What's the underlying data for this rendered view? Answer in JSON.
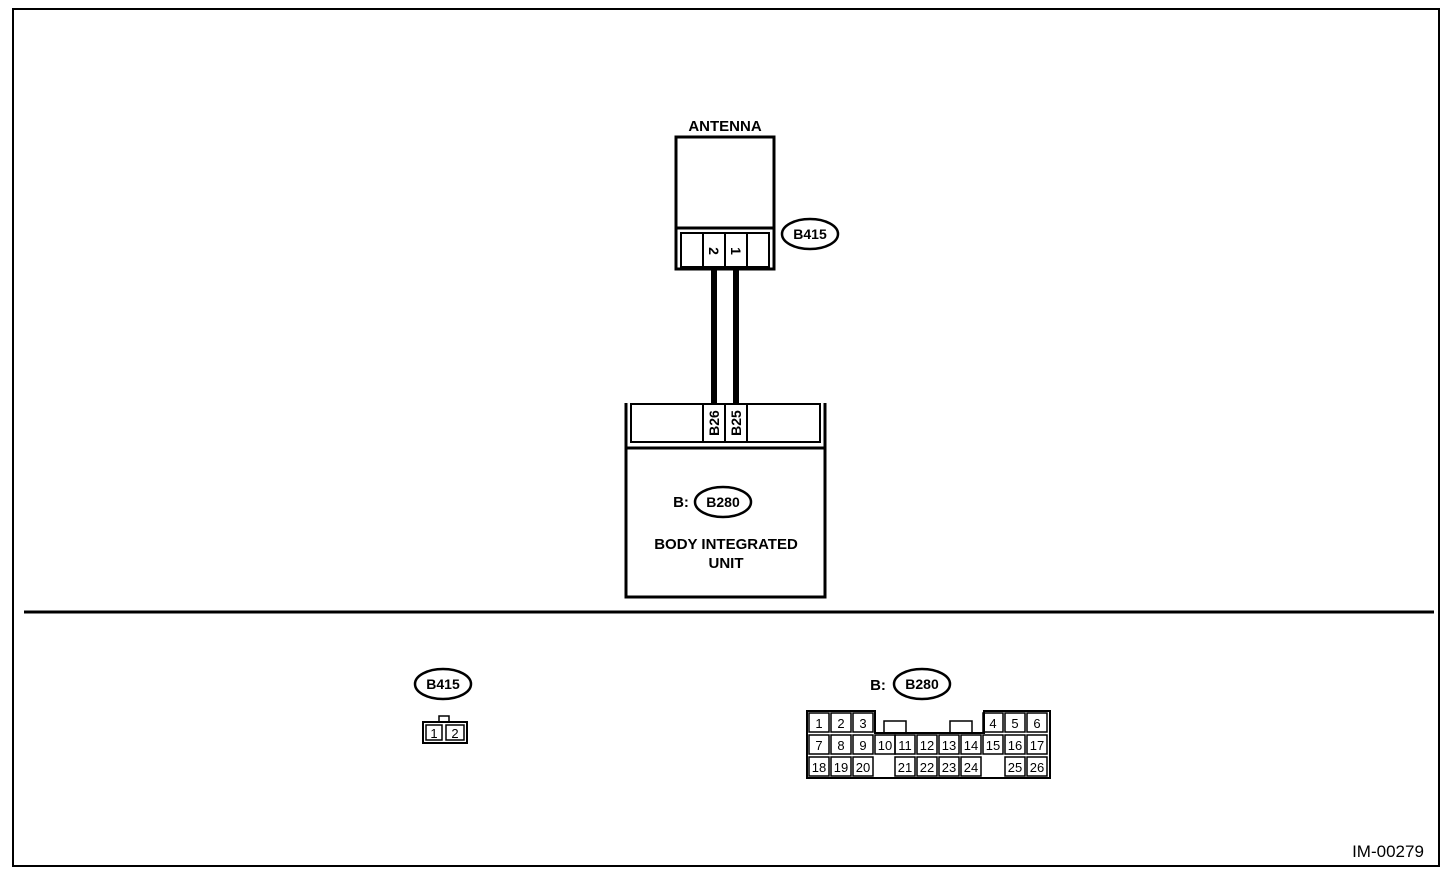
{
  "antenna": {
    "title": "ANTENNA",
    "connector": "B415",
    "pins": [
      "2",
      "1"
    ]
  },
  "unit": {
    "prefix": "B:",
    "connector": "B280",
    "line1": "BODY INTEGRATED",
    "line2": "UNIT",
    "pins": [
      "B26",
      "B25"
    ]
  },
  "connector_b415": {
    "name": "B415",
    "pins": [
      "1",
      "2"
    ]
  },
  "connector_b280": {
    "prefix": "B:",
    "name": "B280",
    "row1": [
      "1",
      "2",
      "3",
      "4",
      "5",
      "6"
    ],
    "row2": [
      "7",
      "8",
      "9",
      "10",
      "11",
      "12",
      "13",
      "14",
      "15",
      "16",
      "17"
    ],
    "row3": [
      "18",
      "19",
      "20",
      "21",
      "22",
      "23",
      "24",
      "25",
      "26"
    ]
  },
  "figure_id": "IM-00279"
}
